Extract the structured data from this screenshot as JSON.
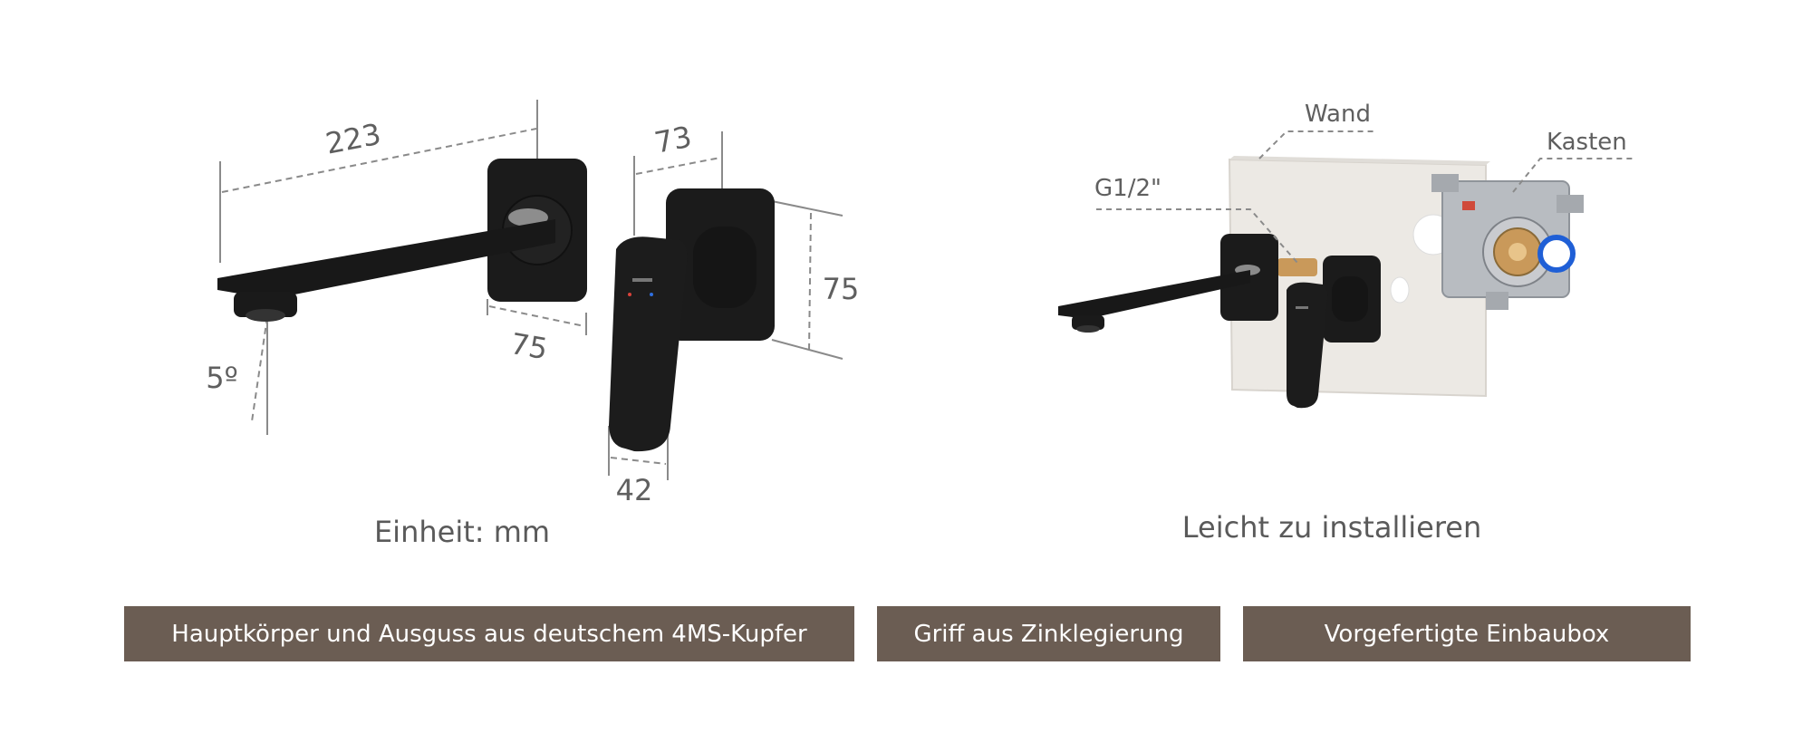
{
  "dimensions": {
    "spout_length": "223",
    "plate_width_spout": "75",
    "handle_depth": "73",
    "plate_height": "75",
    "handle_width": "42",
    "spout_angle": "5º"
  },
  "installation_labels": {
    "wall": "Wand",
    "box": "Kasten",
    "thread": "G1/2\""
  },
  "captions": {
    "unit": "Einheit: mm",
    "install": "Leicht zu installieren"
  },
  "features": [
    {
      "label": "Hauptkörper und Ausguss aus deutschem 4MS-Kupfer"
    },
    {
      "label": "Griff aus Zinklegierung"
    },
    {
      "label": "Vorgefertigte Einbaubox"
    }
  ],
  "colors": {
    "feature_bg": "#6b5d53",
    "feature_text": "#ffffff",
    "faucet": "#1a1a1a",
    "wall_panel": "#ece9e4",
    "box_gray": "#b8bcc1",
    "blue_seal": "#1f5fd6",
    "brass": "#c9995a"
  }
}
